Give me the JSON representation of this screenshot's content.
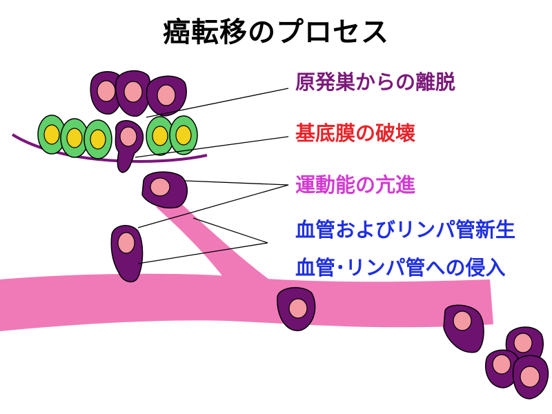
{
  "title": "癌転移のプロセス",
  "steps": [
    {
      "text": "原発巣からの離脱",
      "color": "#7b1a7a"
    },
    {
      "text": "基底膜の破壊",
      "color": "#e8242a"
    },
    {
      "text": "運動能の亢進",
      "color": "#d23cd2"
    },
    {
      "text": "血管およびリンパ管新生",
      "color": "#1f2fe0"
    },
    {
      "text": "血管･リンパ管への侵入",
      "color": "#1f2fe0"
    }
  ],
  "colors": {
    "cancer_cell_body": "#6e1270",
    "cancer_cell_nucleus": "#f49aa2",
    "normal_cell_body": "#5fd06a",
    "normal_cell_nucleus": "#f2d21a",
    "basement_membrane": "#7a157b",
    "vessel": "#f07ab8"
  }
}
